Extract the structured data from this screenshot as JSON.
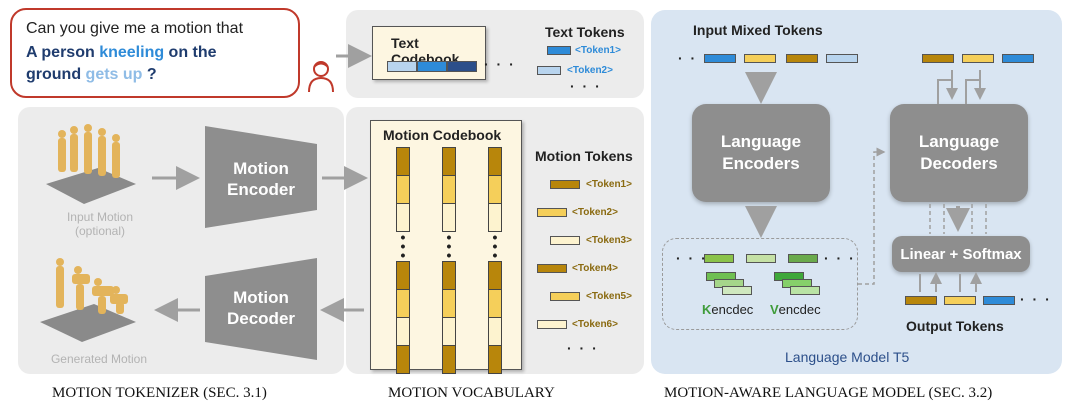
{
  "prompt": {
    "line1": "Can you give me a motion that",
    "line2_a": "A person ",
    "line2_b": "kneeling",
    "line2_c": " on the",
    "line3_a": "ground ",
    "line3_b": "gets up",
    "line3_c": " ?"
  },
  "text_vocab": {
    "codebook_title": "Text Codebook",
    "tokens_title": "Text Tokens",
    "tokens": [
      "<Token1>",
      "<Token2>"
    ],
    "dots": "· · ·"
  },
  "tokenizer": {
    "input_label_1": "Input Motion",
    "input_label_2": "(optional)",
    "encoder_1": "Motion",
    "encoder_2": "Encoder",
    "decoder_1": "Motion",
    "decoder_2": "Decoder",
    "generated_label": "Generated Motion",
    "caption": "MOTION TOKENIZER (SEC. 3.1)"
  },
  "motion_vocab": {
    "codebook_title": "Motion Codebook",
    "tokens_title": "Motion Tokens",
    "tokens": [
      "<Token1>",
      "<Token2>",
      "<Token3>",
      "<Token4>",
      "<Token5>",
      "<Token6>"
    ],
    "dots": "· · ·",
    "caption": "MOTION VOCABULARY"
  },
  "language_model": {
    "input_title": "Input Mixed Tokens",
    "encoders_1": "Language",
    "encoders_2": "Encoders",
    "decoders_1": "Language",
    "decoders_2": "Decoders",
    "softmax": "Linear + Softmax",
    "k_letter": "K",
    "k_rest": "encdec",
    "v_letter": "V",
    "v_rest": "encdec",
    "output_title": "Output Tokens",
    "model_name": "Language Model T5",
    "caption": "MOTION-AWARE LANGUAGE MODEL (SEC. 3.2)",
    "dots": "· · ·"
  },
  "colors": {
    "text_token_blue": "#2e8bd8",
    "text_token_light": "#b8d4ee",
    "text_token_dark": "#2c4f8a",
    "motion_dark": "#b8860b",
    "motion_mid": "#f5cf5a",
    "motion_light": "#fdf3cf",
    "kv_green": "#4caf50",
    "bubble_red": "#c0392b"
  }
}
